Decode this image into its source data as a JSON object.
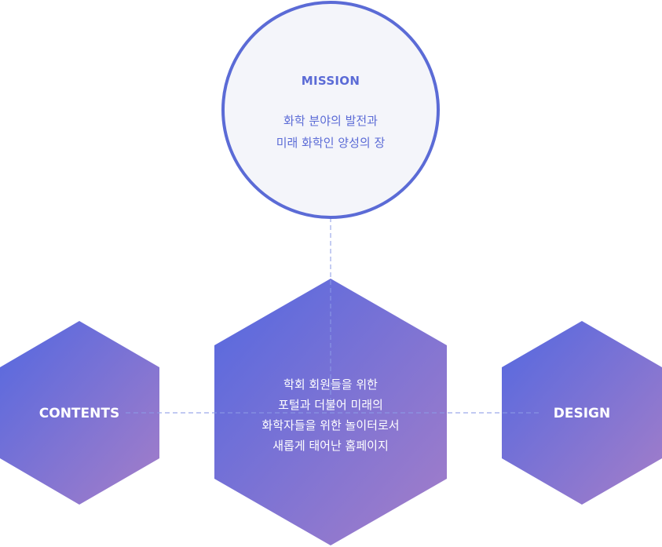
{
  "colors": {
    "circle_stroke": "#5b6bd6",
    "circle_fill": "#f4f5fa",
    "hex_gradient_start": "#5468e0",
    "hex_gradient_end": "#a57ec8",
    "connector": "#8d9be6"
  },
  "mission": {
    "title": "MISSION",
    "lines": [
      "화학 분야의 발전과",
      "미래 화학인 양성의 장"
    ]
  },
  "contents": {
    "label": "CONTENTS"
  },
  "design": {
    "label": "DESIGN"
  },
  "center": {
    "lines": [
      "학회 회원들을 위한",
      "포털과 더불어 미래의",
      "화학자들을 위한 놀이터로서",
      "새롭게 태어난 홈페이지"
    ]
  }
}
